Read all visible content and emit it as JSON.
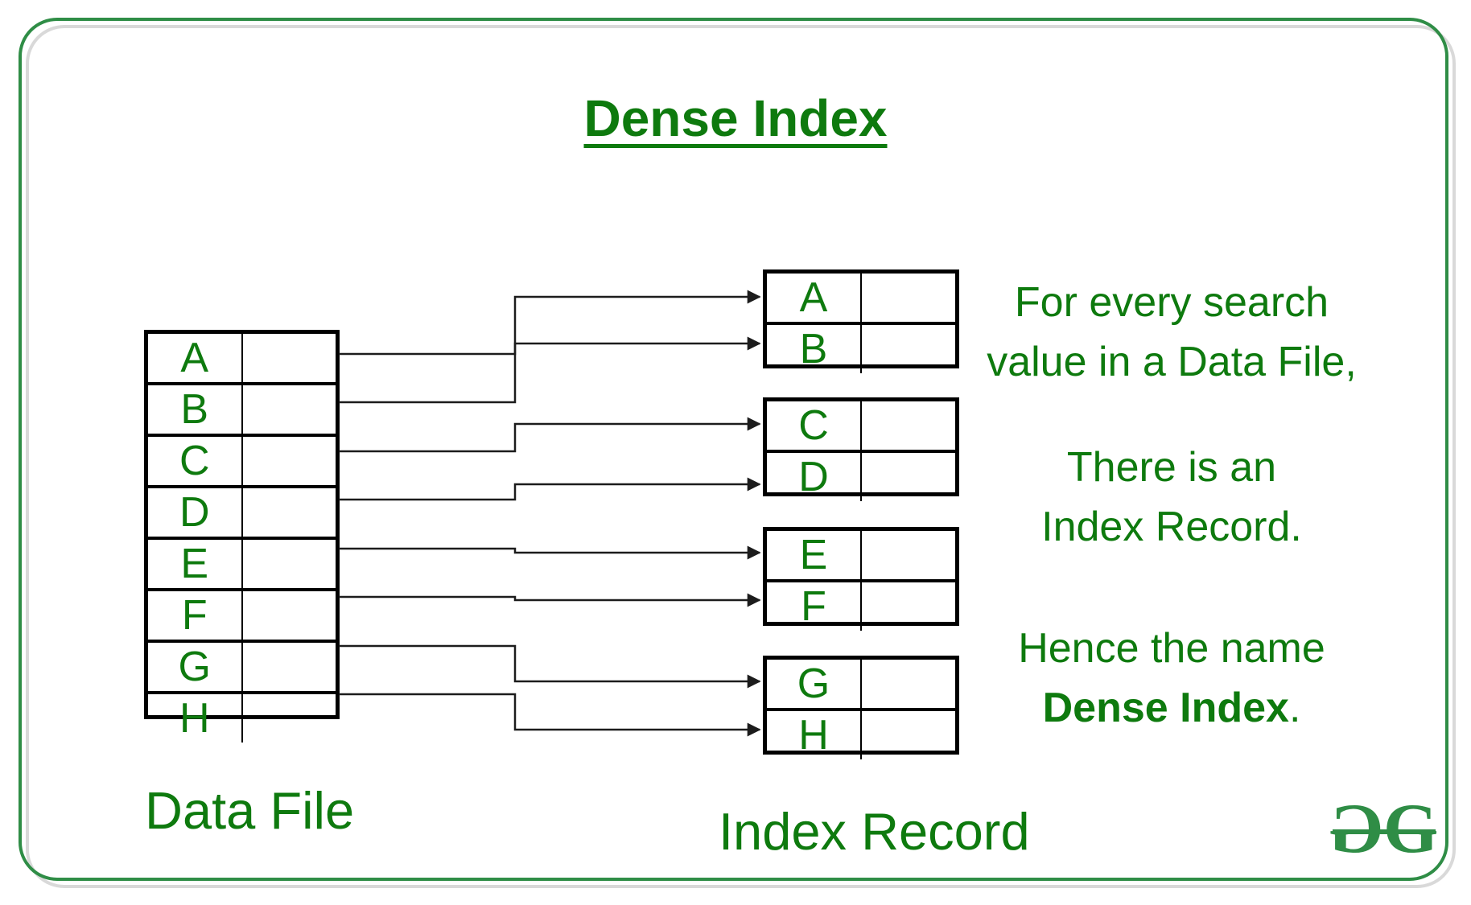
{
  "title": "Dense Index",
  "data_file": {
    "label": "Data File",
    "rows": [
      "A",
      "B",
      "C",
      "D",
      "E",
      "F",
      "G",
      "H"
    ]
  },
  "index_record": {
    "label": "Index Record",
    "blocks": [
      [
        "A",
        "B"
      ],
      [
        "C",
        "D"
      ],
      [
        "E",
        "F"
      ],
      [
        "G",
        "H"
      ]
    ]
  },
  "notes": [
    {
      "lines": [
        "For every search",
        "value in a Data File,"
      ]
    },
    {
      "lines": [
        "There is an",
        "Index Record."
      ]
    },
    {
      "line": "Hence the name",
      "bold_text": "Dense Index",
      "suffix": "."
    }
  ],
  "logo": {
    "letters": [
      "G",
      "G"
    ]
  },
  "colors": {
    "text_green": "#0e7a0e",
    "brand_green": "#2f8d46",
    "diagram_black": "#1c1c1c",
    "shadow_gray": "#d9d9d9"
  }
}
